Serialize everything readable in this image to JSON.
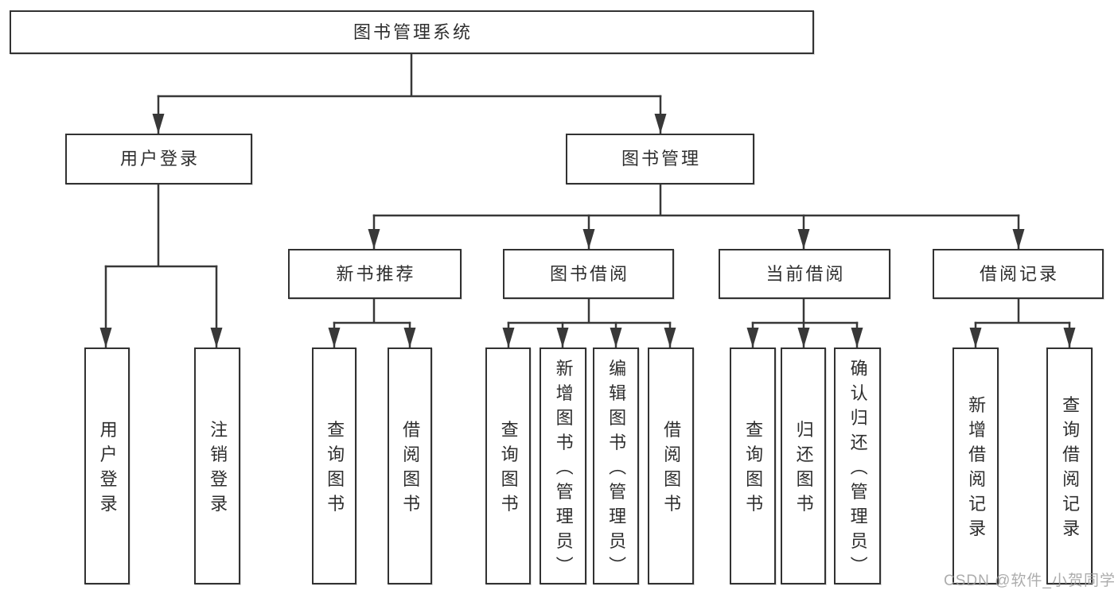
{
  "colors": {
    "background": "#ffffff",
    "box_border": "#323232",
    "connector_line": "#383838",
    "text": "#2e2e2e",
    "watermark": "#9e9e9e"
  },
  "watermark": {
    "text": "CSDN @软件_小贺同学"
  },
  "tree": {
    "label": "图书管理系统",
    "children": [
      {
        "label": "用户登录",
        "children": [
          {
            "label": "用户登录"
          },
          {
            "label": "注销登录"
          }
        ]
      },
      {
        "label": "图书管理",
        "children": [
          {
            "label": "新书推荐",
            "children": [
              {
                "label": "查询图书"
              },
              {
                "label": "借阅图书"
              }
            ]
          },
          {
            "label": "图书借阅",
            "children": [
              {
                "label": "查询图书"
              },
              {
                "label": "新增图书（管理员）"
              },
              {
                "label": "编辑图书（管理员）"
              },
              {
                "label": "借阅图书"
              }
            ]
          },
          {
            "label": "当前借阅",
            "children": [
              {
                "label": "查询图书"
              },
              {
                "label": "归还图书"
              },
              {
                "label": "确认归还（管理员）"
              }
            ]
          },
          {
            "label": "借阅记录",
            "children": [
              {
                "label": "新增借阅记录"
              },
              {
                "label": "查询借阅记录"
              }
            ]
          }
        ]
      }
    ]
  }
}
